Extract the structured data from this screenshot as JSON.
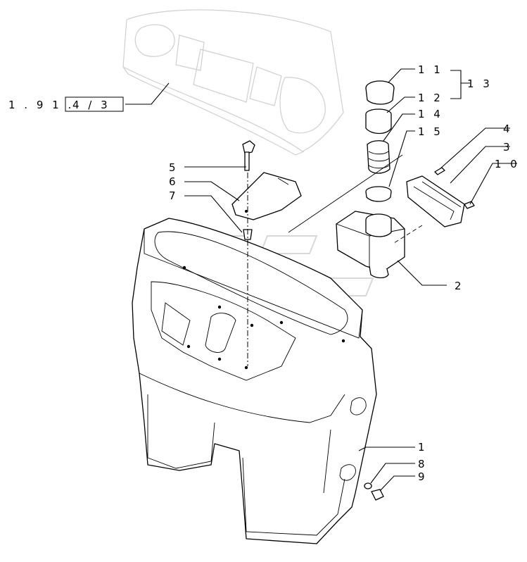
{
  "reference": {
    "prefix": "1 . 9 1 .",
    "boxed": "4 / 3"
  },
  "callouts": [
    {
      "id": "c11",
      "label": "1 1"
    },
    {
      "id": "c12",
      "label": "1 2"
    },
    {
      "id": "c14",
      "label": "1 4"
    },
    {
      "id": "c15",
      "label": "1 5"
    },
    {
      "id": "c13",
      "label": "1 3"
    },
    {
      "id": "c4",
      "label": "4"
    },
    {
      "id": "c3",
      "label": "3"
    },
    {
      "id": "c10",
      "label": "1 0"
    },
    {
      "id": "c5",
      "label": "5"
    },
    {
      "id": "c6",
      "label": "6"
    },
    {
      "id": "c7",
      "label": "7"
    },
    {
      "id": "c2",
      "label": "2"
    },
    {
      "id": "c1",
      "label": "1"
    },
    {
      "id": "c8",
      "label": "8"
    },
    {
      "id": "c9",
      "label": "9"
    }
  ]
}
